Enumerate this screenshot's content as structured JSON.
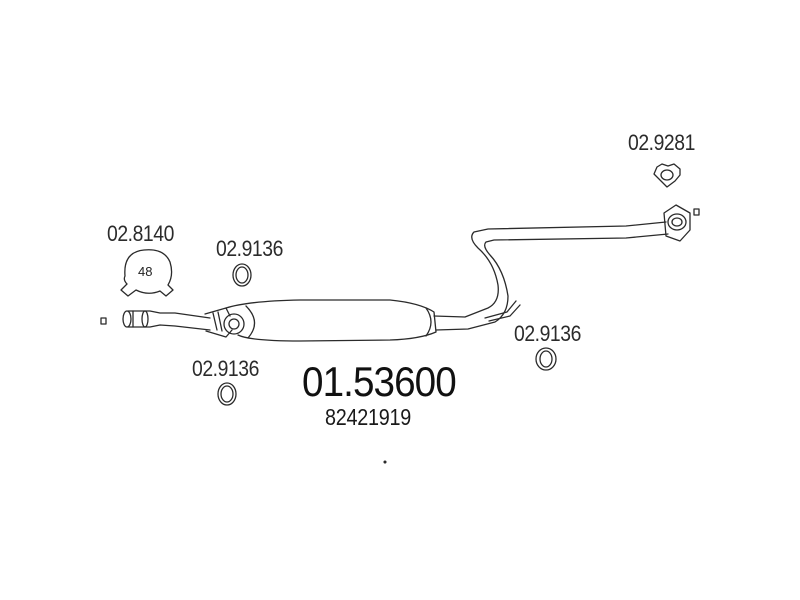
{
  "diagram": {
    "main_part_number": "01.53600",
    "oe_number": "82421919",
    "parts": [
      {
        "number": "02.8140",
        "description_mark": "48"
      },
      {
        "number": "02.9136"
      },
      {
        "number": "02.9136"
      },
      {
        "number": "02.9136"
      },
      {
        "number": "02.9281"
      }
    ]
  },
  "colors": {
    "line": "#2b2b2b",
    "fill": "#ffffff",
    "text": "#222222"
  }
}
